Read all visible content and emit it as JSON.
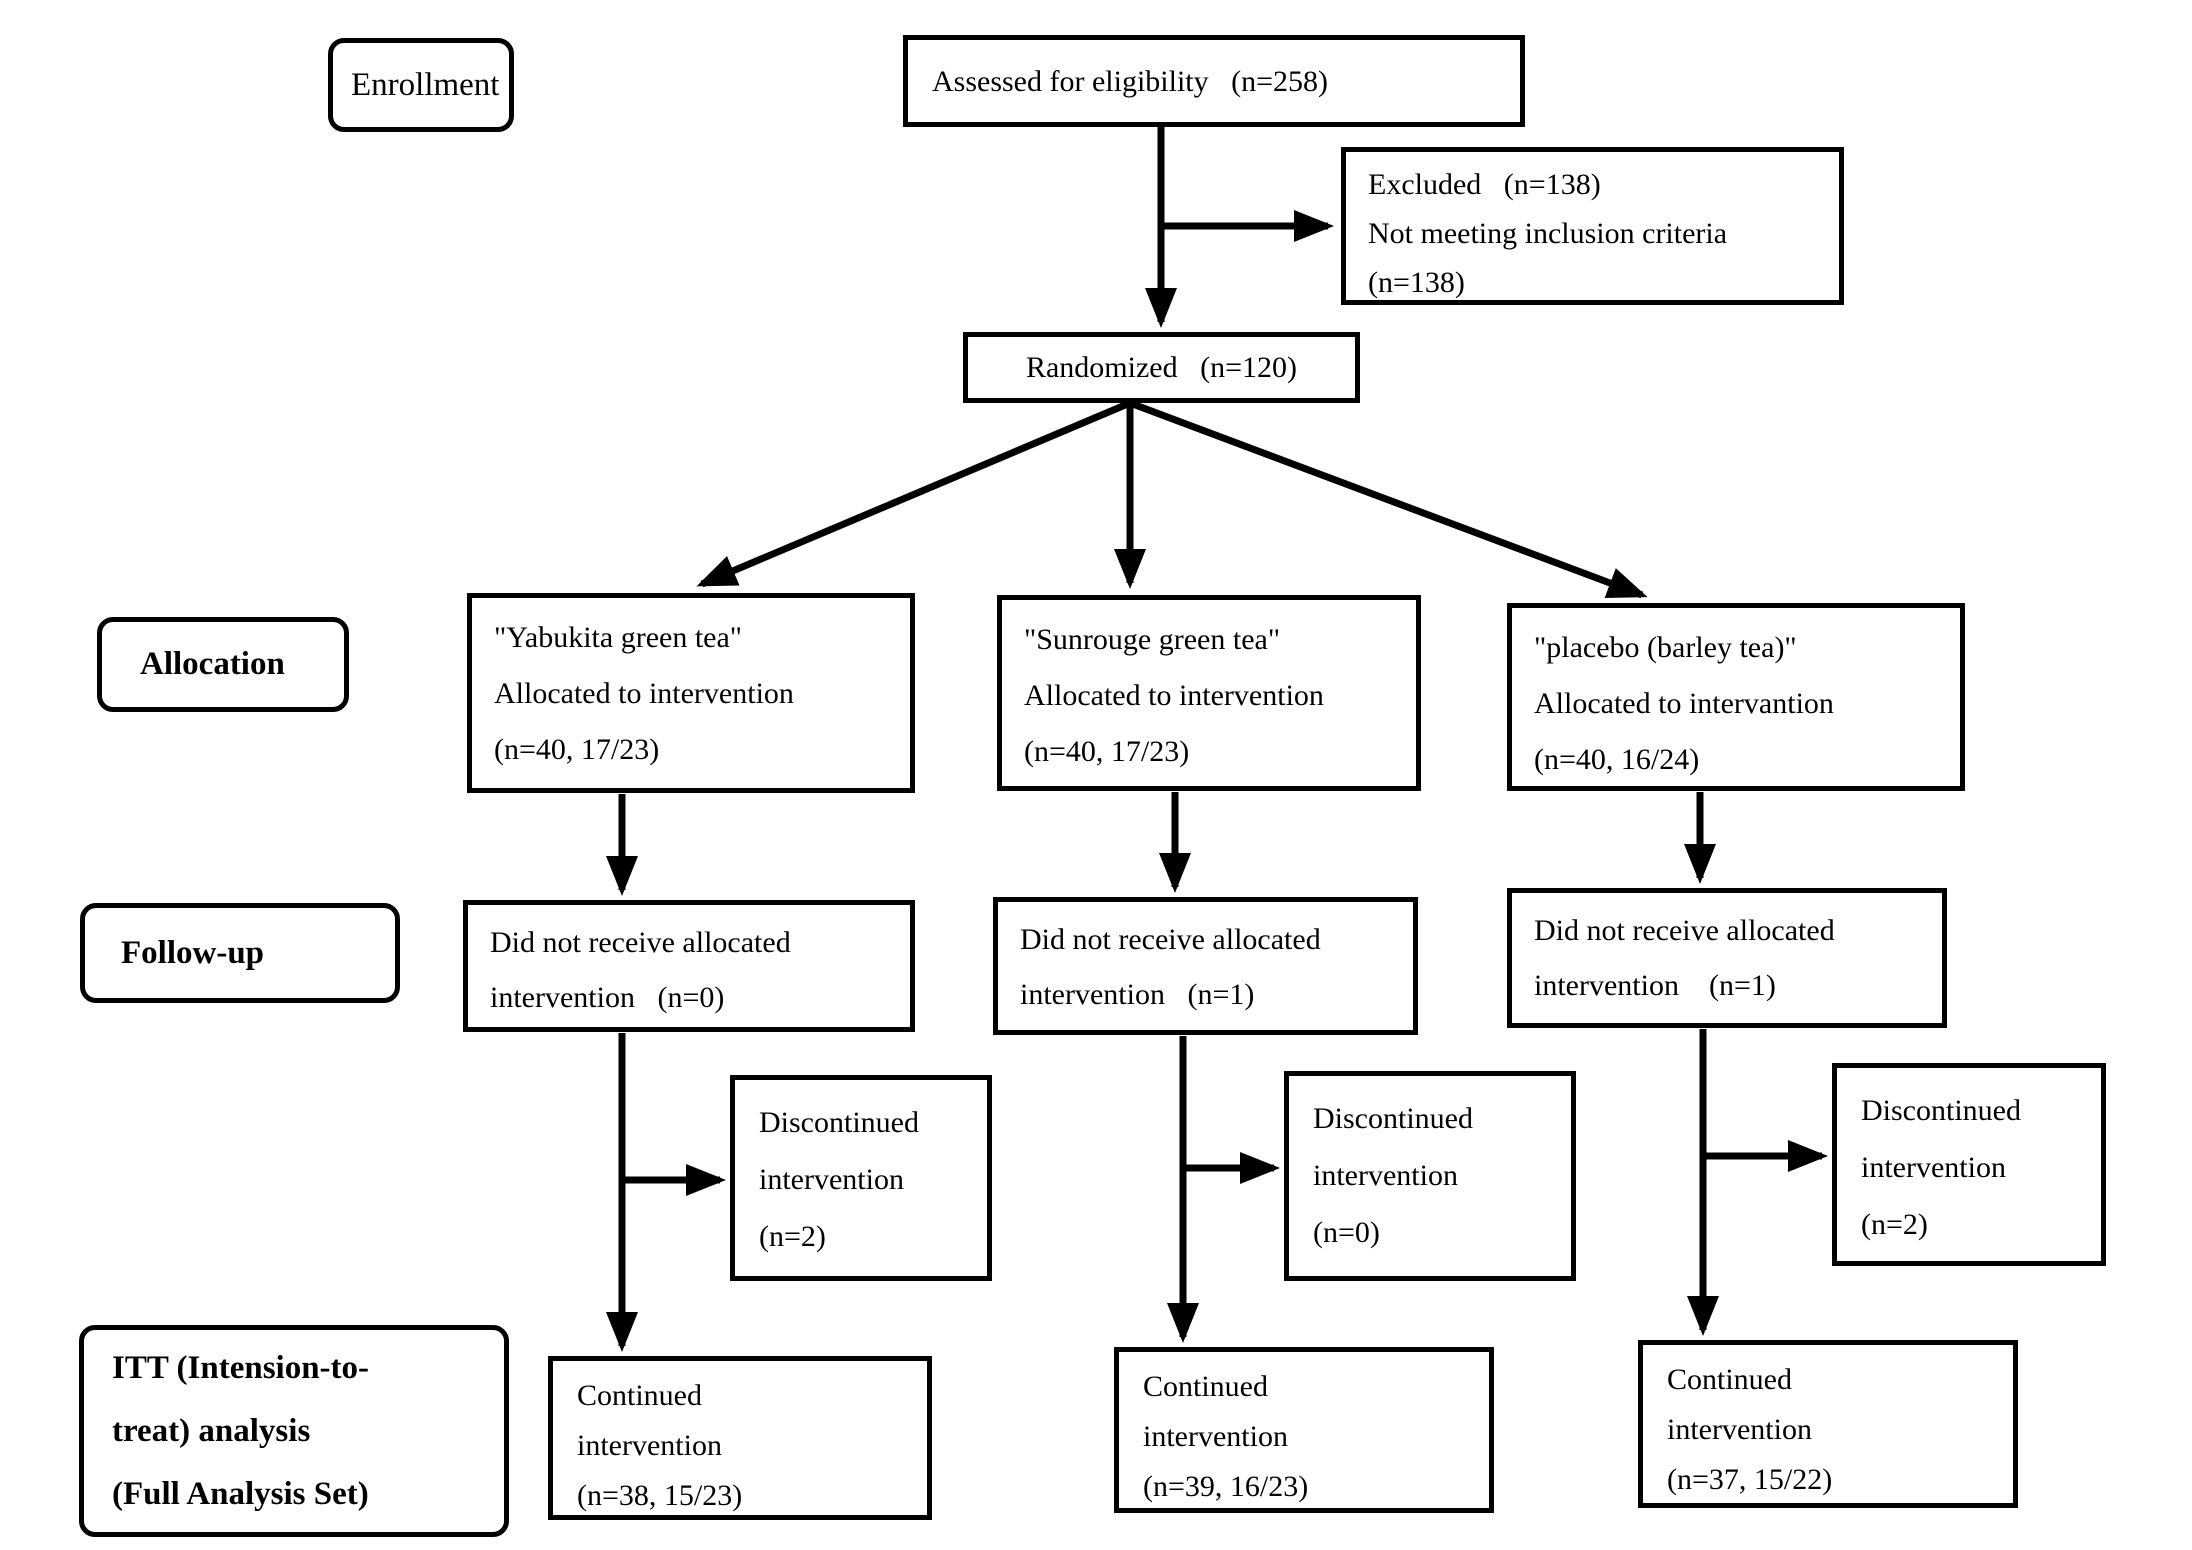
{
  "colors": {
    "ink": "#000000",
    "background": "#ffffff"
  },
  "stage_labels": {
    "enrollment": "Enrollment",
    "allocation": "Allocation",
    "followup": "Follow-up",
    "itt_lines": [
      "ITT (Intension-to-",
      "treat) analysis",
      "(Full Analysis Set)"
    ]
  },
  "nodes": {
    "assessed": "Assessed for eligibility   (n=258)",
    "excluded_lines": [
      "Excluded   (n=138)",
      "Not meeting inclusion criteria",
      "(n=138)"
    ],
    "randomized": "Randomized   (n=120)",
    "arms": [
      {
        "allocation_lines": [
          "\"Yabukita green tea\"",
          "Allocated to intervention",
          "(n=40, 17/23)"
        ],
        "not_received_lines": [
          "Did not receive allocated",
          "intervention   (n=0)"
        ],
        "discontinued_lines": [
          "Discontinued",
          "intervention",
          "(n=2)"
        ],
        "continued_lines": [
          "Continued",
          "intervention",
          "(n=38, 15/23)"
        ]
      },
      {
        "allocation_lines": [
          "\"Sunrouge green tea\"",
          "Allocated to intervention",
          "(n=40, 17/23)"
        ],
        "not_received_lines": [
          "Did not receive allocated",
          "intervention   (n=1)"
        ],
        "discontinued_lines": [
          "Discontinued",
          "intervention",
          "(n=0)"
        ],
        "continued_lines": [
          "Continued",
          "intervention",
          "(n=39, 16/23)"
        ]
      },
      {
        "allocation_lines": [
          "\"placebo (barley tea)\"",
          "Allocated to intervantion",
          "(n=40, 16/24)"
        ],
        "not_received_lines": [
          "Did not receive allocated",
          "intervention    (n=1)"
        ],
        "discontinued_lines": [
          "Discontinued",
          "intervention",
          "(n=2)"
        ],
        "continued_lines": [
          "Continued",
          "intervention",
          "(n=37, 15/22)"
        ]
      }
    ]
  }
}
